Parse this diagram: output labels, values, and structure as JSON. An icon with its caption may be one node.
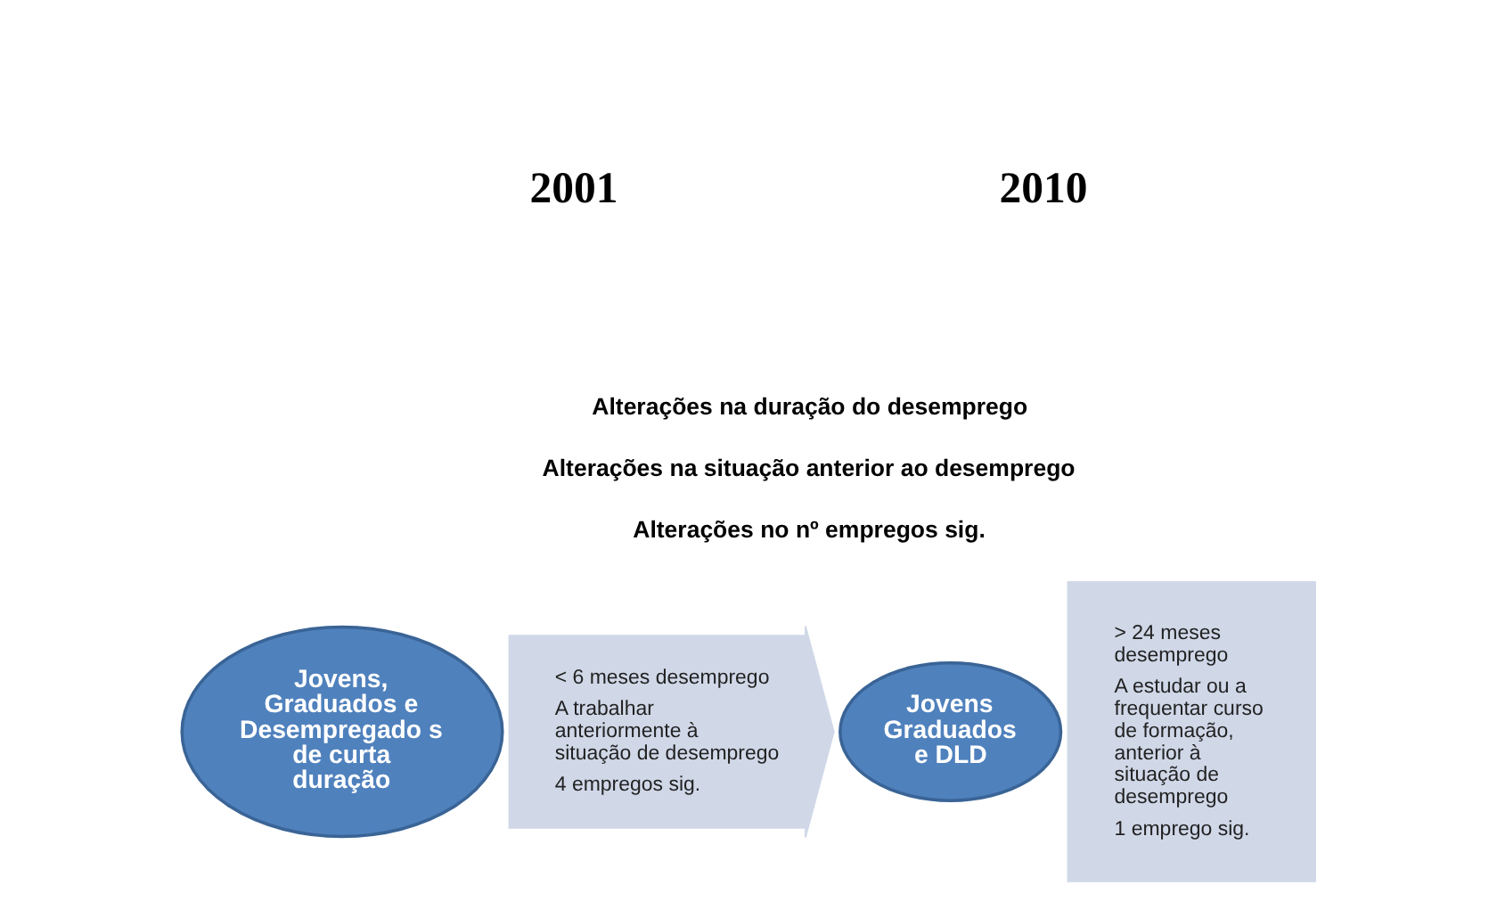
{
  "diagram": {
    "nodes": [
      {
        "text": [
          "Jovens, Graduados e Desempregado s de curta duração"
        ]
      },
      {
        "text": [
          "< 6 meses desemprego",
          "A trabalhar anteriormente à situação de desemprego",
          "4 empregos sig."
        ]
      },
      {
        "text": [
          "Jovens Graduados e DLD"
        ]
      },
      {
        "text": [
          "> 24 meses desemprego",
          "A estudar ou a frequentar curso de formação, anterior à situação de desemprego",
          "1 emprego sig."
        ]
      }
    ],
    "labels": [
      "2001",
      "2010",
      "Alterações na duração do desemprego",
      "Alterações na situação anterior ao desemprego",
      "Alterações no nº empregos sig."
    ]
  }
}
